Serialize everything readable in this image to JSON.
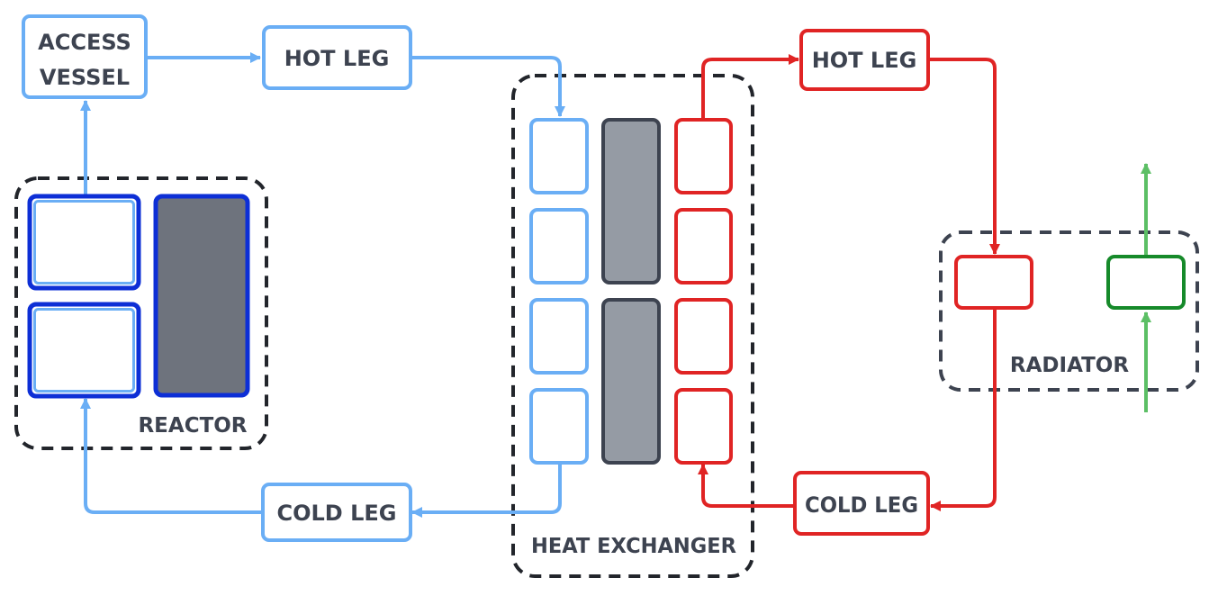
{
  "colors": {
    "primary_loop": "#6aaef5",
    "secondary_loop": "#e02424",
    "reactor_border": "#0d2fd6",
    "reactor_fill_dark": "#6e737d",
    "hx_plate_fill": "#959ba4",
    "cooling_loop": "#5cbf65",
    "cooling_box": "#168a2a",
    "group_border": "#22252b",
    "label_text": "#3d4350"
  },
  "nodes": {
    "access_vessel": {
      "line1": "ACCESS",
      "line2": "VESSEL"
    },
    "primary_hot_leg": {
      "label": "HOT LEG"
    },
    "primary_cold_leg": {
      "label": "COLD LEG"
    },
    "secondary_hot_leg": {
      "label": "HOT LEG"
    },
    "secondary_cold_leg": {
      "label": "COLD LEG"
    }
  },
  "groups": {
    "reactor": {
      "label": "REACTOR"
    },
    "heat_exchanger": {
      "label": "HEAT EXCHANGER"
    },
    "radiator": {
      "label": "RADIATOR"
    }
  }
}
